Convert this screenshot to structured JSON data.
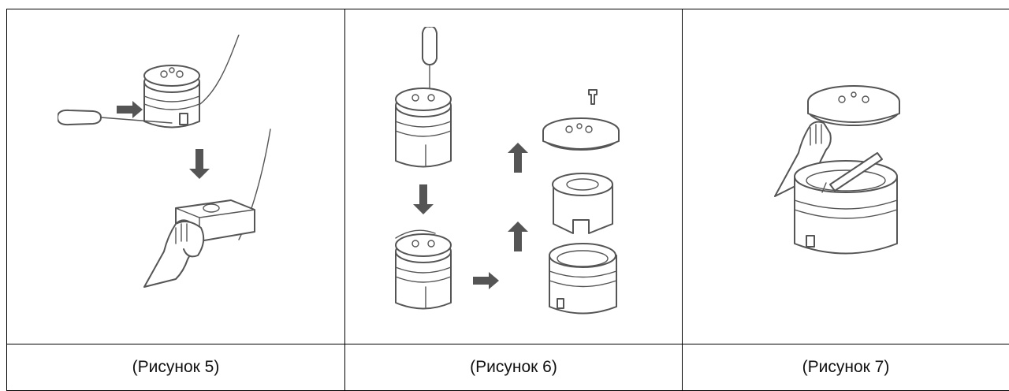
{
  "figures": [
    {
      "caption": "(Рисунок 5)",
      "icon": "disassembly-wipe-icon"
    },
    {
      "caption": "(Рисунок 6)",
      "icon": "exploded-parts-icon"
    },
    {
      "caption": "(Рисунок 7)",
      "icon": "cleaning-parts-icon"
    }
  ]
}
